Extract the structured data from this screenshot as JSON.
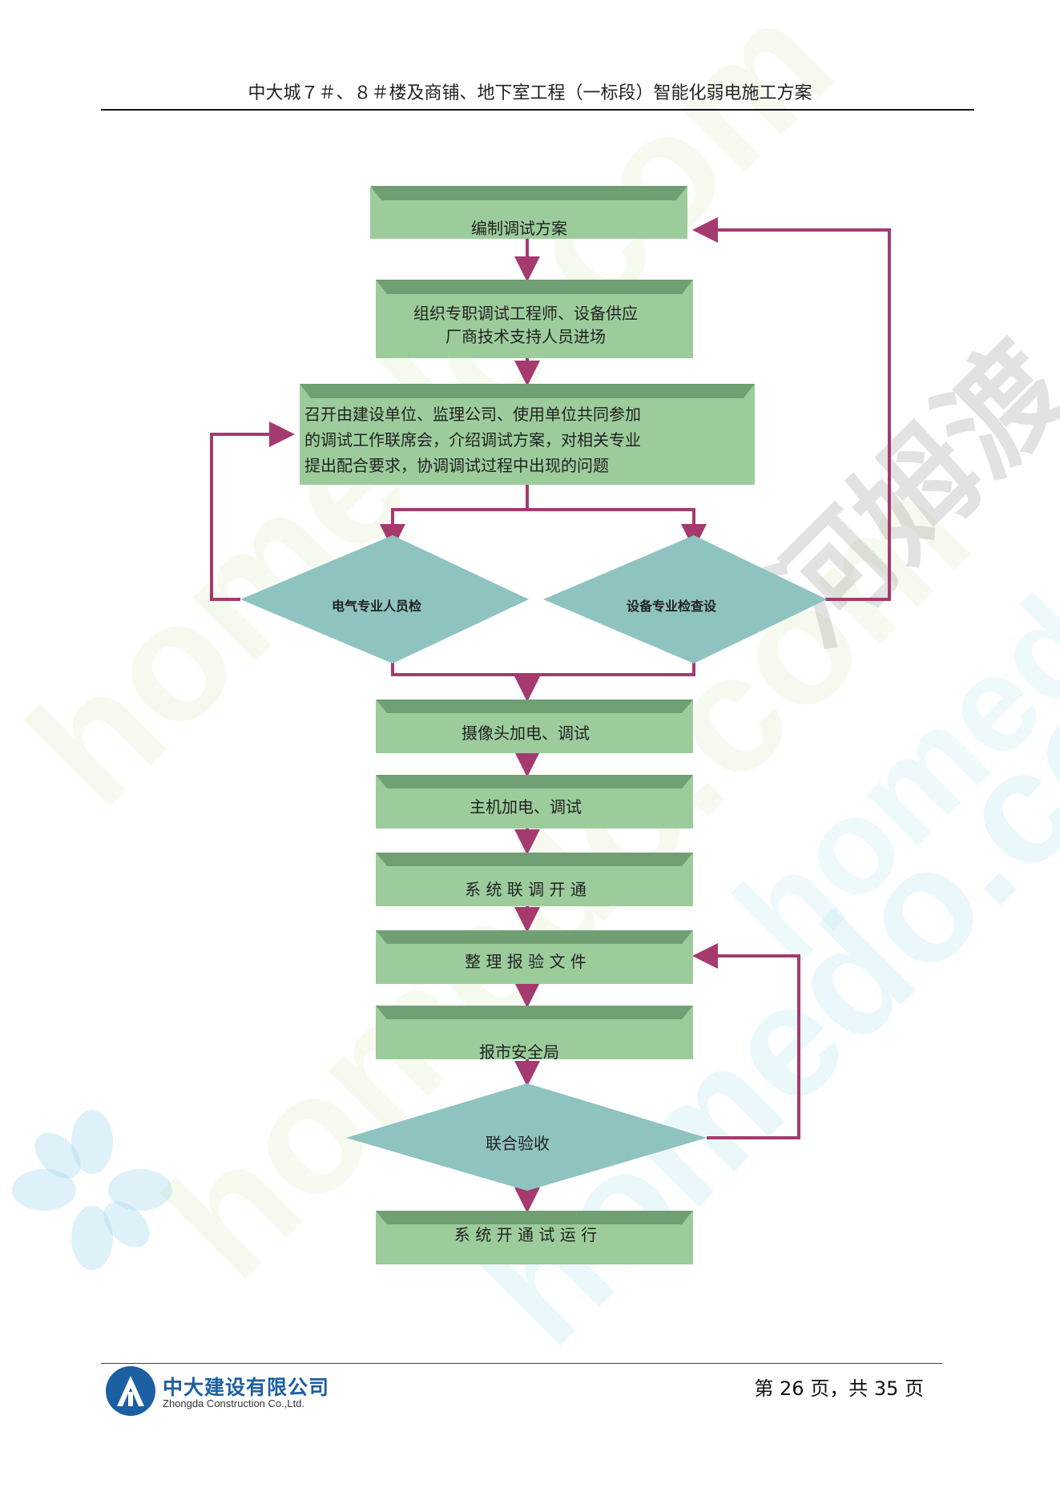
{
  "header": {
    "title": "中大城７＃、８＃楼及商铺、地下室工程（一标段）智能化弱电施工方案"
  },
  "flow": {
    "n1": "编制调试方案",
    "n2_line1": "组织专职调试工程师、设备供应",
    "n2_line2": "厂商技术支持人员进场",
    "n3_line1": "召开由建设单位、监理公司、使用单位共同参加",
    "n3_line2": "的调试工作联席会，介绍调试方案，对相关专业",
    "n3_line3": "提出配合要求，协调调试过程中出现的问题",
    "d_left": "电气专业人员检",
    "d_right": "设备专业检查设",
    "n4": "摄像头加电、调试",
    "n5": "主机加电、调试",
    "n6": "系 统 联 调 开 通",
    "n7": "整 理 报 验 文 件",
    "n8": "报市安全局",
    "d_accept": "联合验收",
    "n9": "系 统 开 通 试 运 行"
  },
  "footer": {
    "company_cn": "中大建设有限公司",
    "company_en": "Zhongda  Construction Co.,Ltd.",
    "page_info": "第 26 页，共 35 页"
  },
  "watermark": {
    "text_latin": "homedo.com",
    "text_cn": "河姆渡"
  },
  "colors": {
    "box_fill": "#9ccc9c",
    "box_top": "#6f9f73",
    "diamond_fill": "#8fc3bf",
    "arrow": "#a53a6e",
    "brand_blue": "#1d5fa3"
  }
}
